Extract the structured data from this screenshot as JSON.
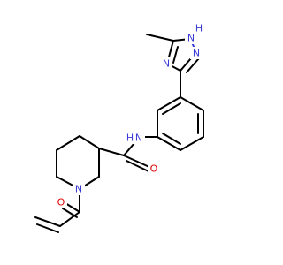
{
  "molecule": {
    "atom_labels": {
      "triazole_nh": "N",
      "triazole_nh_h": "H",
      "triazole_n_top": "N",
      "triazole_n_bottom": "N",
      "amide_nh": "N",
      "amide_nh_h": "H",
      "carbonyl_o_amide": "O",
      "piperidine_n": "N",
      "carbonyl_o_acryl": "O"
    },
    "colors": {
      "carbon": "#000000",
      "nitrogen": "#3b3bd6",
      "oxygen": "#e00000"
    }
  }
}
